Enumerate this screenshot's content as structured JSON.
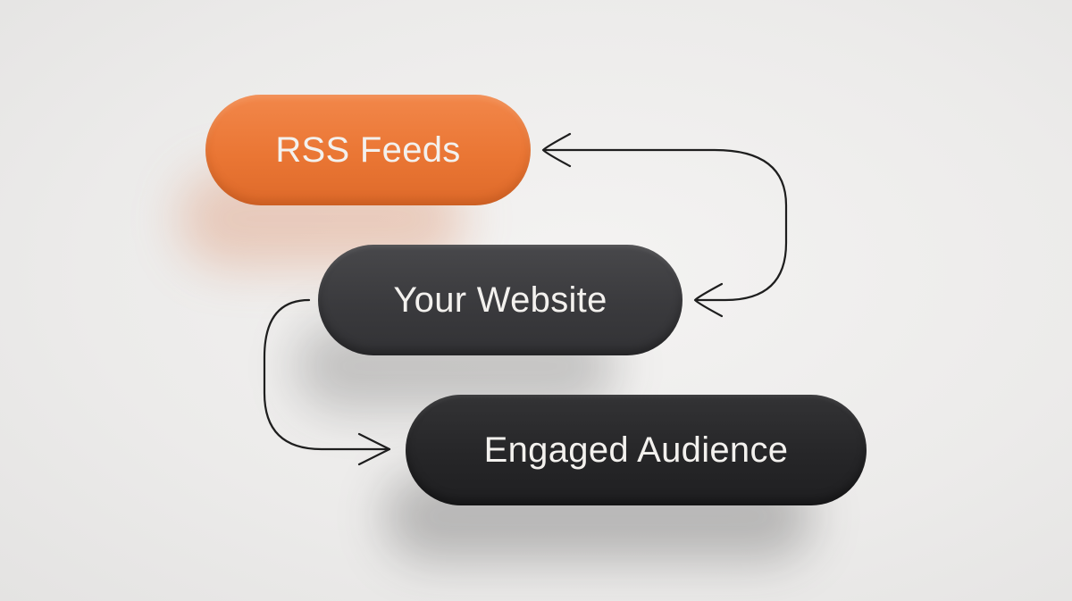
{
  "nodes": [
    {
      "id": "rss-feeds",
      "label": "RSS Feeds",
      "color": "#ea7634"
    },
    {
      "id": "your-website",
      "label": "Your Website",
      "color": "#3a3a3d"
    },
    {
      "id": "engaged-audience",
      "label": "Engaged Audience",
      "color": "#262628"
    }
  ],
  "edges": [
    {
      "from": "your-website",
      "to": "rss-feeds",
      "arrow": "open-chevron"
    },
    {
      "from": "rss-feeds",
      "to": "your-website",
      "arrow": "open-chevron"
    },
    {
      "from": "your-website",
      "to": "engaged-audience",
      "arrow": "open-chevron"
    }
  ],
  "colors": {
    "background": "#ecebea",
    "accent": "#ea7634",
    "dark": "#262628",
    "text": "#f3f1ee",
    "line": "#1e1e1e"
  }
}
